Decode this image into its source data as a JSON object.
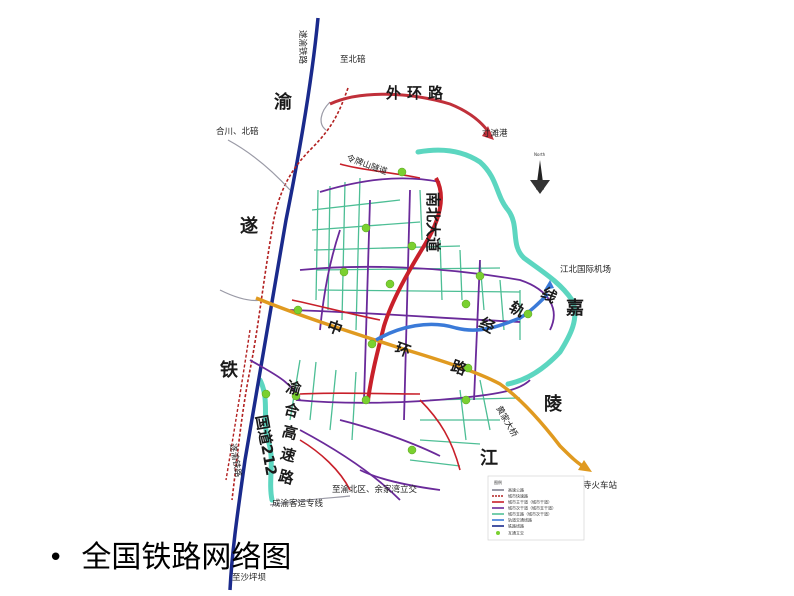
{
  "bullet": {
    "text": "全国铁路网络图"
  },
  "map": {
    "labels": {
      "to_beibei": "至北碚",
      "outer_ring": "外环路",
      "cuntan_port": "寸滩港",
      "hechuan_beibei": "合川、北碚",
      "lingpaishan_tunnel": "令牌山隧道",
      "north": "North",
      "suiyu_railway_top": "遂渝铁路",
      "yu": "渝",
      "sui": "遂",
      "tie": "铁",
      "southwest_ave": "南北大道",
      "jiangbei_airport": "江北国际机场",
      "rail_line_xian": "线",
      "rail_line_gui": "轨",
      "rail_line_jing": "经",
      "jia": "嘉",
      "zhong": "中",
      "huan": "环",
      "lu": "路",
      "ling": "陵",
      "jiang": "江",
      "huangjia_bridge": "黄家大桥",
      "longtousi_station": "龙头寺火车站",
      "yuhe_expressway": [
        "渝",
        "合",
        "高",
        "速",
        "路"
      ],
      "national_road_212": "国道212",
      "suiyu_railway_bottom": "遂渝铁路",
      "to_yubei": "至渝北区、余家湾立交",
      "chengyu_line": "成渝客运专线",
      "to_shapingba": "至沙坪坝",
      "legend_title": "图例"
    },
    "legend_items": [
      "高速公路",
      "城市快速路",
      "城市主干道（城市干道）",
      "城市次干道（城市支干道）",
      "城市支路（城市次干道）",
      "轨道交通线路",
      "铁路线路",
      "互通立交"
    ],
    "colors": {
      "railway_blue": "#1a2a8c",
      "rail_red_dashed": "#b22020",
      "outer_ring": "#c0303a",
      "main_red": "#c8202a",
      "arterial_purple": "#6a2a9a",
      "secondary_green": "#3ab88a",
      "river_teal": "#5cd6c0",
      "middle_ring_orange": "#e09a20",
      "light_rail_blue": "#3a7ad8",
      "interchange_green": "#7ad030"
    }
  }
}
